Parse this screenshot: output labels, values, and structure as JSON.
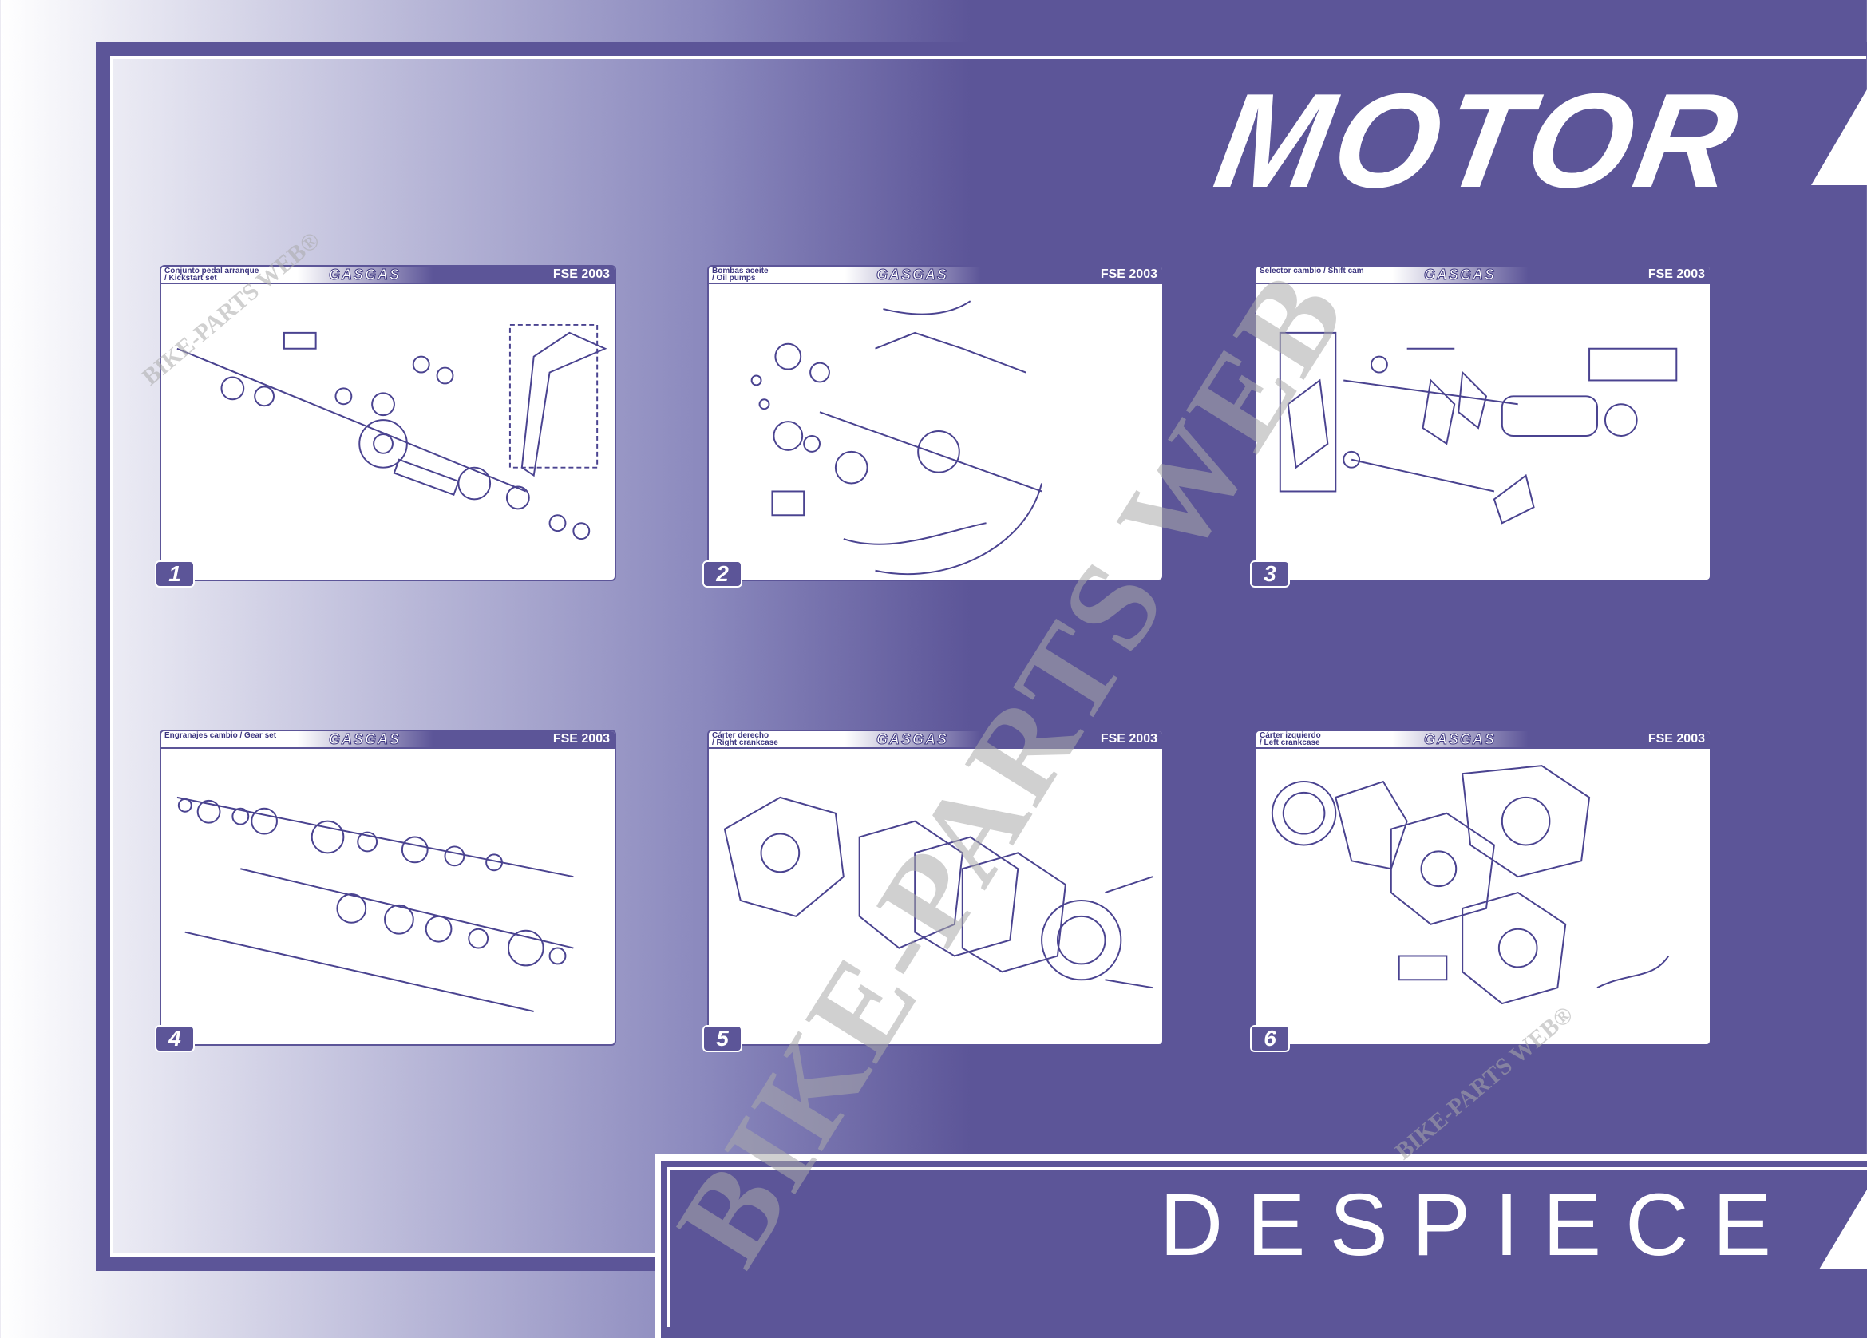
{
  "header": {
    "title": "MOTOR",
    "subtitle": "DESPIECE"
  },
  "watermark": {
    "text": "BIKE-PARTS WEB",
    "small_text": "BIKE-PARTS WEB®"
  },
  "cards": [
    {
      "number": "1",
      "label": "Conjunto pedal arranque\n/ Kickstart set",
      "brand": "GASGAS",
      "model": "FSE 2003"
    },
    {
      "number": "2",
      "label": "Bombas aceite\n/ Oil pumps",
      "brand": "GASGAS",
      "model": "FSE 2003"
    },
    {
      "number": "3",
      "label": "Selector cambio / Shift cam",
      "brand": "GASGAS",
      "model": "FSE 2003"
    },
    {
      "number": "4",
      "label": "Engranajes cambio / Gear set",
      "brand": "GASGAS",
      "model": "FSE 2003"
    },
    {
      "number": "5",
      "label": "Cárter derecho\n/ Right crankcase",
      "brand": "GASGAS",
      "model": "FSE 2003"
    },
    {
      "number": "6",
      "label": "Cárter izquierdo\n/ Left crankcase",
      "brand": "GASGAS",
      "model": "FSE 2003"
    }
  ],
  "colors": {
    "primary": "#5c5598",
    "ink": "#3d3680",
    "white": "#ffffff"
  }
}
